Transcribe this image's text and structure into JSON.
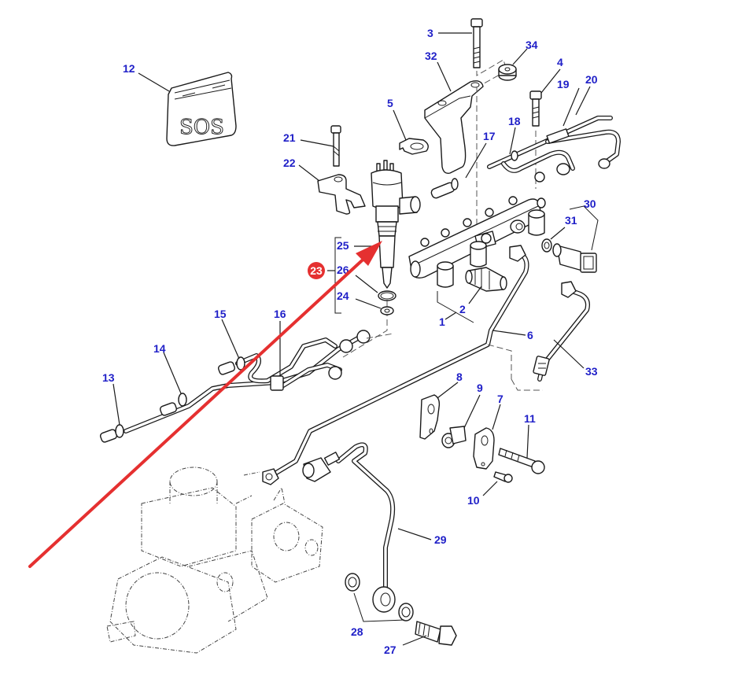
{
  "diagram": {
    "title": "Fuel injection system exploded parts diagram",
    "label_color": "#2020c8",
    "highlight_color": "#e53030",
    "highlighted_part": "23",
    "labels": {
      "p1": "1",
      "p2": "2",
      "p3": "3",
      "p4": "4",
      "p5": "5",
      "p6": "6",
      "p7": "7",
      "p8": "8",
      "p9": "9",
      "p10": "10",
      "p11": "11",
      "p12": "12",
      "p13": "13",
      "p14": "14",
      "p15": "15",
      "p16": "16",
      "p17": "17",
      "p18": "18",
      "p19": "19",
      "p20": "20",
      "p21": "21",
      "p22": "22",
      "p23": "23",
      "p24": "24",
      "p25": "25",
      "p26": "26",
      "p27": "27",
      "p28": "28",
      "p29": "29",
      "p30": "30",
      "p31": "31",
      "p32": "32",
      "p33": "33",
      "p34": "34"
    },
    "bag_text": "SOS"
  }
}
